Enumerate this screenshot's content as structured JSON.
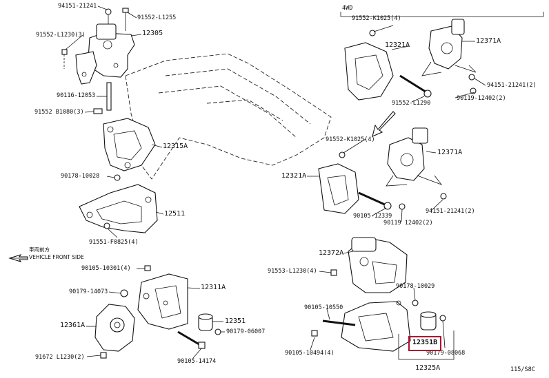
{
  "diagram": {
    "section_note": "4WD",
    "direction_label_jp": "車両前方",
    "direction_label": "VEHICLE FRONT SIDE",
    "page_ref": "115/S8C",
    "highlighted_part": "12351B",
    "labels": [
      {
        "id": "l-94151-21241-a",
        "text": "94151-21241"
      },
      {
        "id": "l-91552-l1255",
        "text": "91552-L1255"
      },
      {
        "id": "l-91552-l1230-3",
        "text": "91552-L1230(3)"
      },
      {
        "id": "l-12305",
        "text": "12305"
      },
      {
        "id": "l-90116-12053",
        "text": "90116-12053"
      },
      {
        "id": "l-91552-b1080-3",
        "text": "91552 B1080(3)"
      },
      {
        "id": "l-12315a",
        "text": "12315A"
      },
      {
        "id": "l-90178-10028",
        "text": "90178-10028"
      },
      {
        "id": "l-12511",
        "text": "12511"
      },
      {
        "id": "l-91551-f0825-4",
        "text": "91551-F0825(4)"
      },
      {
        "id": "l-90105-10301-4",
        "text": "90105-10301(4)"
      },
      {
        "id": "l-90179-14073",
        "text": "90179-14073"
      },
      {
        "id": "l-12311a",
        "text": "12311A"
      },
      {
        "id": "l-12361a",
        "text": "12361A"
      },
      {
        "id": "l-12351",
        "text": "12351"
      },
      {
        "id": "l-90179-06007",
        "text": "90179-06007"
      },
      {
        "id": "l-91672-l1230-2",
        "text": "91672 L1230(2)"
      },
      {
        "id": "l-90105-14174",
        "text": "90105-14174"
      },
      {
        "id": "l-91552-k1025-4-a",
        "text": "91552-K1025(4)"
      },
      {
        "id": "l-12321a-a",
        "text": "12321A"
      },
      {
        "id": "l-12371a-a",
        "text": "12371A"
      },
      {
        "id": "l-94151-21241-2-a",
        "text": "94151-21241(2)"
      },
      {
        "id": "l-91552-l1290",
        "text": "91552-L1290"
      },
      {
        "id": "l-90119-12402-2-a",
        "text": "90119-12402(2)"
      },
      {
        "id": "l-91552-k1025-4-b",
        "text": "91552-K1025(4)"
      },
      {
        "id": "l-12371a-b",
        "text": "12371A"
      },
      {
        "id": "l-12321a-b",
        "text": "12321A"
      },
      {
        "id": "l-90105-12339",
        "text": "90105-12339"
      },
      {
        "id": "l-90119-12402-2-b",
        "text": "90119 12402(2)"
      },
      {
        "id": "l-94151-21241-2-b",
        "text": "94151-21241(2)"
      },
      {
        "id": "l-12372a",
        "text": "12372A"
      },
      {
        "id": "l-91553-l1230-4",
        "text": "91553-L1230(4)"
      },
      {
        "id": "l-90178-10029",
        "text": "90178-10029"
      },
      {
        "id": "l-90105-10550",
        "text": "90105-10550"
      },
      {
        "id": "l-90105-10494-4",
        "text": "90105-10494(4)"
      },
      {
        "id": "l-90179-08068",
        "text": "90179-08068"
      },
      {
        "id": "l-12325a",
        "text": "12325A"
      }
    ]
  }
}
